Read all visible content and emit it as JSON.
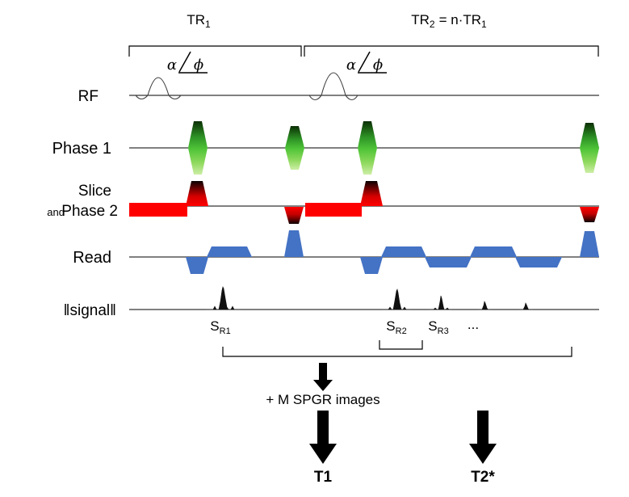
{
  "colors": {
    "green": "#70AD47",
    "red": "#FF0000",
    "blue": "#4472C4",
    "ink": "#000000"
  },
  "timing": {
    "tr1_base": "TR",
    "tr1_sub": "1",
    "tr2_base": "TR",
    "tr2_sub": "2",
    "tr2_eq": "= n·TR",
    "tr2_eq_sub": "1"
  },
  "rf": {
    "label": "RF",
    "alpha": "α",
    "phi": "ϕ"
  },
  "rows": {
    "phase1": "Phase 1",
    "slice": "Slice",
    "and_word": "and",
    "phase2": "Phase 2",
    "read": "Read",
    "signal": "‖signal‖"
  },
  "echoes": {
    "s1_base": "S",
    "s1_sub": "R1",
    "s2_base": "S",
    "s2_sub": "R2",
    "s3_base": "S",
    "s3_sub": "R3",
    "ellipsis": "..."
  },
  "bottom": {
    "spgr_text": "+ M SPGR images",
    "t1": "T1",
    "t2star": "T2*"
  }
}
